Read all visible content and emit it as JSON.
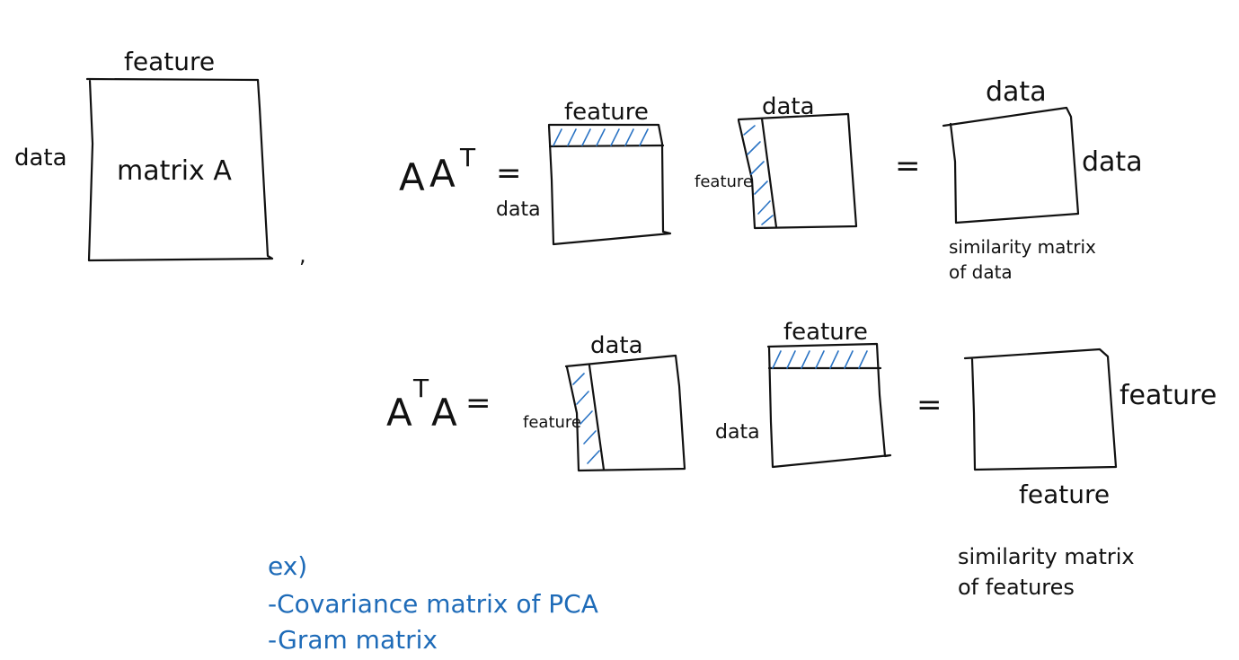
{
  "matrix_a": {
    "top_label": "feature",
    "side_label": "data",
    "center_label": "matrix A"
  },
  "comma": ",",
  "row1": {
    "lhs_a1": "A",
    "lhs_a2": "A",
    "lhs_t": "T",
    "equals": "=",
    "m1": {
      "top_label": "feature",
      "side_label": "data"
    },
    "m2": {
      "top_label": "data",
      "side_label": "feature"
    },
    "equals2": "=",
    "result": {
      "top_label": "data",
      "side_label": "data"
    },
    "caption_line1": "similarity matrix",
    "caption_line2": "of data"
  },
  "row2": {
    "lhs_a1": "A",
    "lhs_t": "T",
    "lhs_a2": "A",
    "equals": "=",
    "m1": {
      "top_label": "data",
      "side_label": "feature"
    },
    "m2": {
      "top_label": "feature",
      "side_label": "data"
    },
    "equals2": "=",
    "result": {
      "side_label": "feature",
      "bottom_label": "feature"
    },
    "caption_line1": "similarity matrix",
    "caption_line2": "of features"
  },
  "examples": {
    "heading": "ex)",
    "item1": "-Covariance matrix of PCA",
    "item2": "-Gram matrix"
  },
  "colors": {
    "ink": "#111111",
    "accent": "#1e6bb8"
  }
}
